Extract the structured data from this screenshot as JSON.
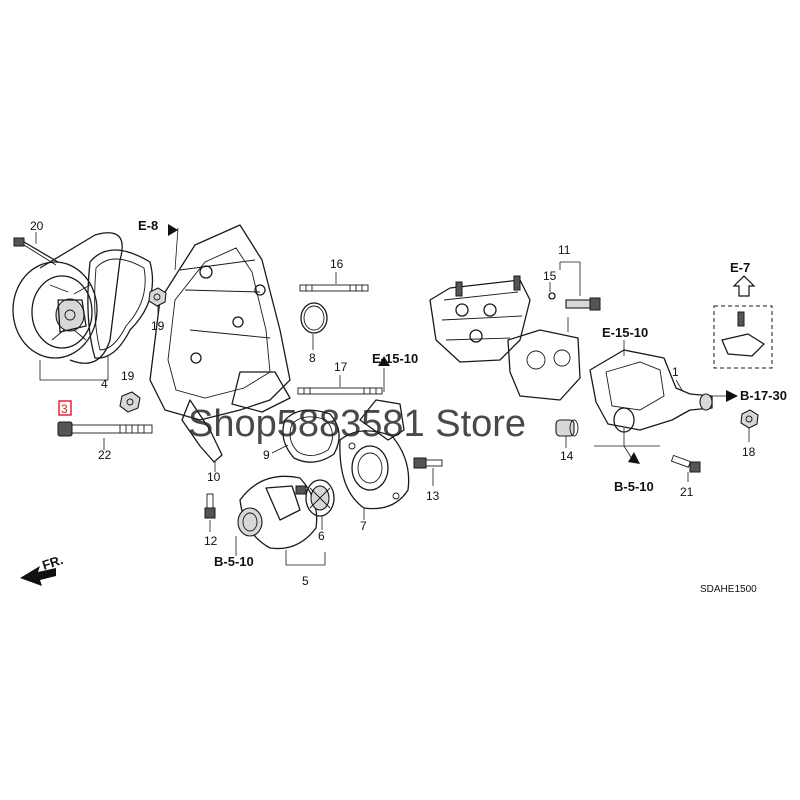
{
  "part_numbers": {
    "n1": "1",
    "n3": "3",
    "n4": "4",
    "n5": "5",
    "n6": "6",
    "n7": "7",
    "n8": "8",
    "n9": "9",
    "n10": "10",
    "n11": "11",
    "n12": "12",
    "n13": "13",
    "n14": "14",
    "n15": "15",
    "n16": "16",
    "n17": "17",
    "n18": "18",
    "n19a": "19",
    "n19b": "19",
    "n20": "20",
    "n21": "21",
    "n22": "22"
  },
  "section_refs": {
    "e8": "E-8",
    "e7": "E-7",
    "e1510_left": "E-15-10",
    "e1510_right": "E-15-10",
    "b1730": "B-17-30",
    "b510_right": "B-5-10",
    "b510_left": "B-5-10"
  },
  "watermark": "Shop5883581 Store",
  "front_marker": "FR.",
  "diagram_code": "SDAHE1500",
  "colors": {
    "line": "#1a1a1a",
    "highlight": "#e0162b",
    "background": "#ffffff"
  }
}
